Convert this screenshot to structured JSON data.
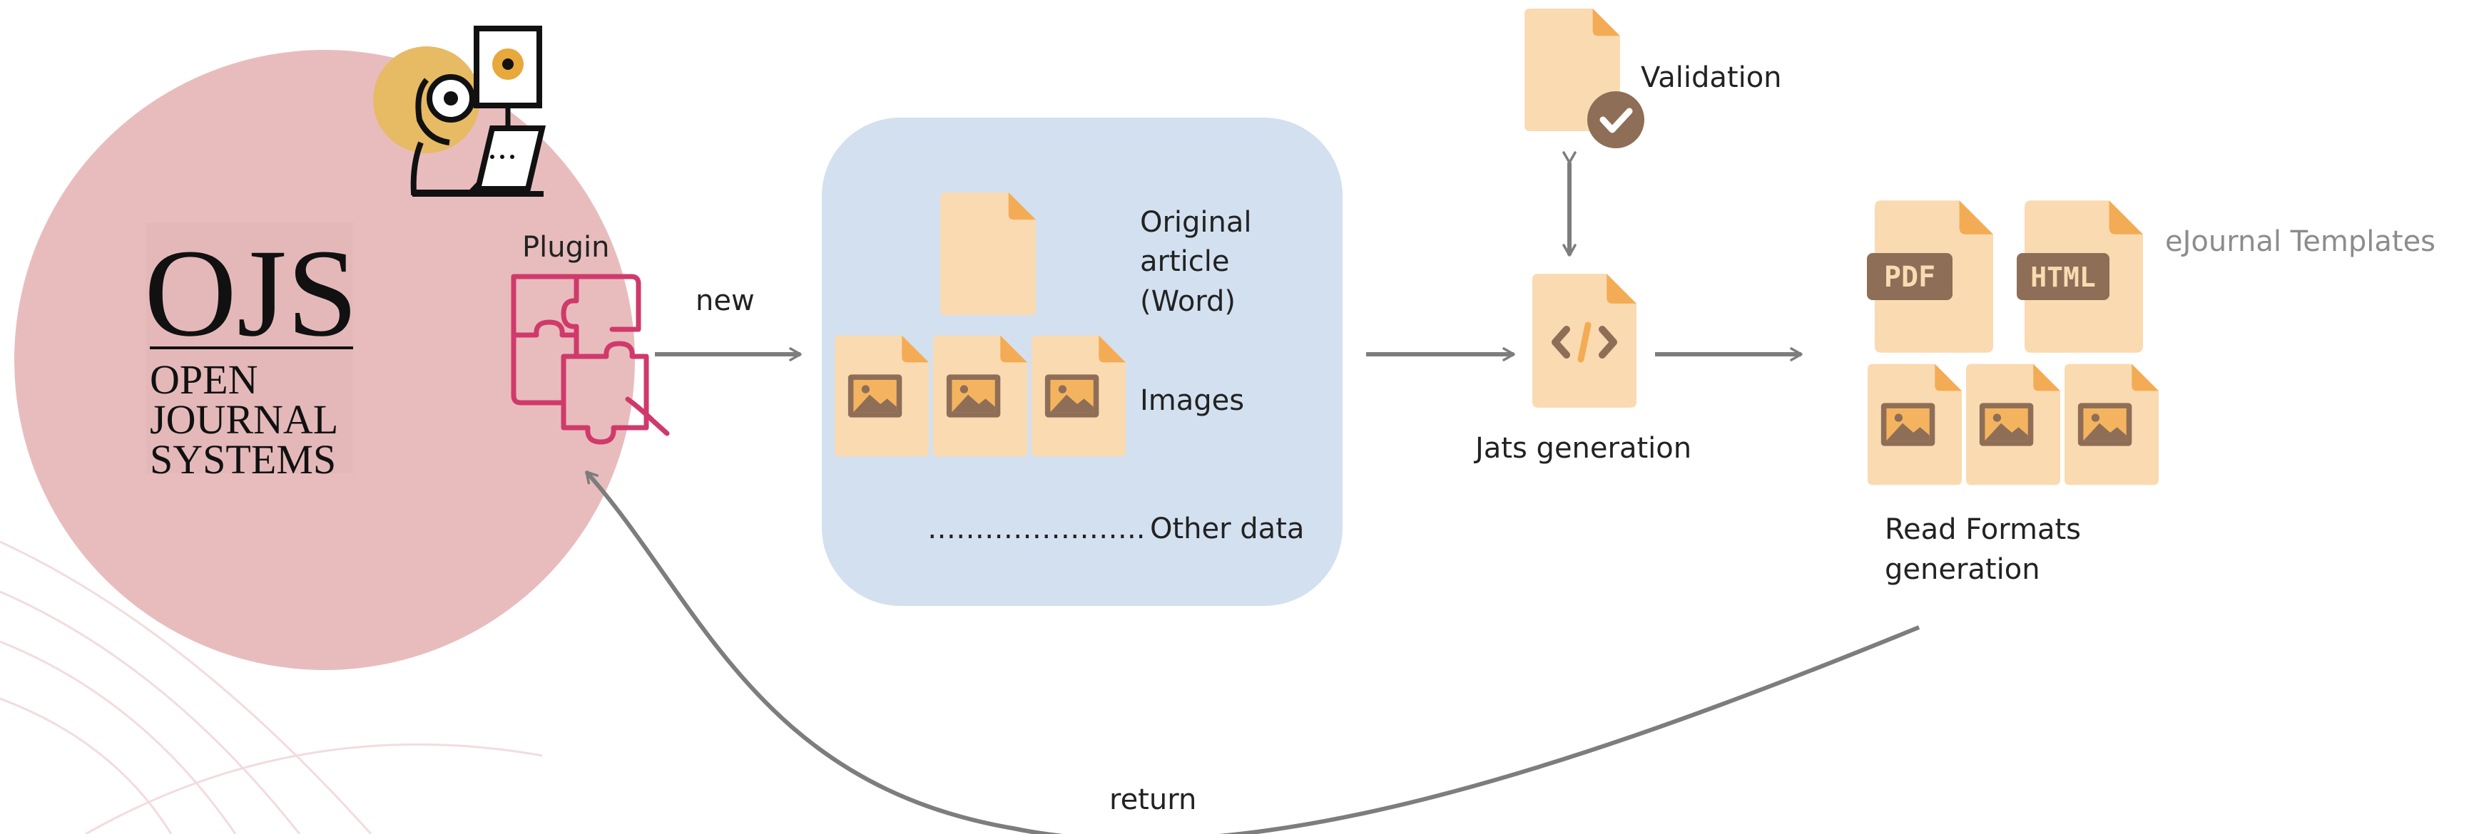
{
  "logo": {
    "acronym": "OJS",
    "line1": "OPEN",
    "line2": "JOURNAL",
    "line3": "SYSTEMS"
  },
  "labels": {
    "plugin": "Plugin",
    "new": "new",
    "original_line1": "Original",
    "original_line2": "article",
    "original_line3": "(Word)",
    "images": "Images",
    "dots": "…………………..",
    "other_data": "Other data",
    "validation": "Validation",
    "jats_generation": "Jats generation",
    "ejournal_templates": "eJournal Templates",
    "read_formats_line1": "Read Formats",
    "read_formats_line2": "generation",
    "return": "return"
  },
  "file_badges": {
    "pdf": "PDF",
    "html": "HTML"
  },
  "icons": {
    "plugin": "puzzle-hand-icon",
    "developer": "developer-laptop-icon",
    "document": "document-icon",
    "image": "image-file-icon",
    "code": "code-file-icon",
    "validation": "check-document-icon"
  },
  "colors": {
    "ojs_circle": "#e8bcbd",
    "data_box": "#d3e0ef",
    "file": "#fadab0",
    "file_fold": "#f3ac55",
    "image_frame": "#8e6e57",
    "arrow": "#7d7d7d",
    "plugin": "#cf3a6b",
    "grey_label": "#8c8c8c"
  }
}
